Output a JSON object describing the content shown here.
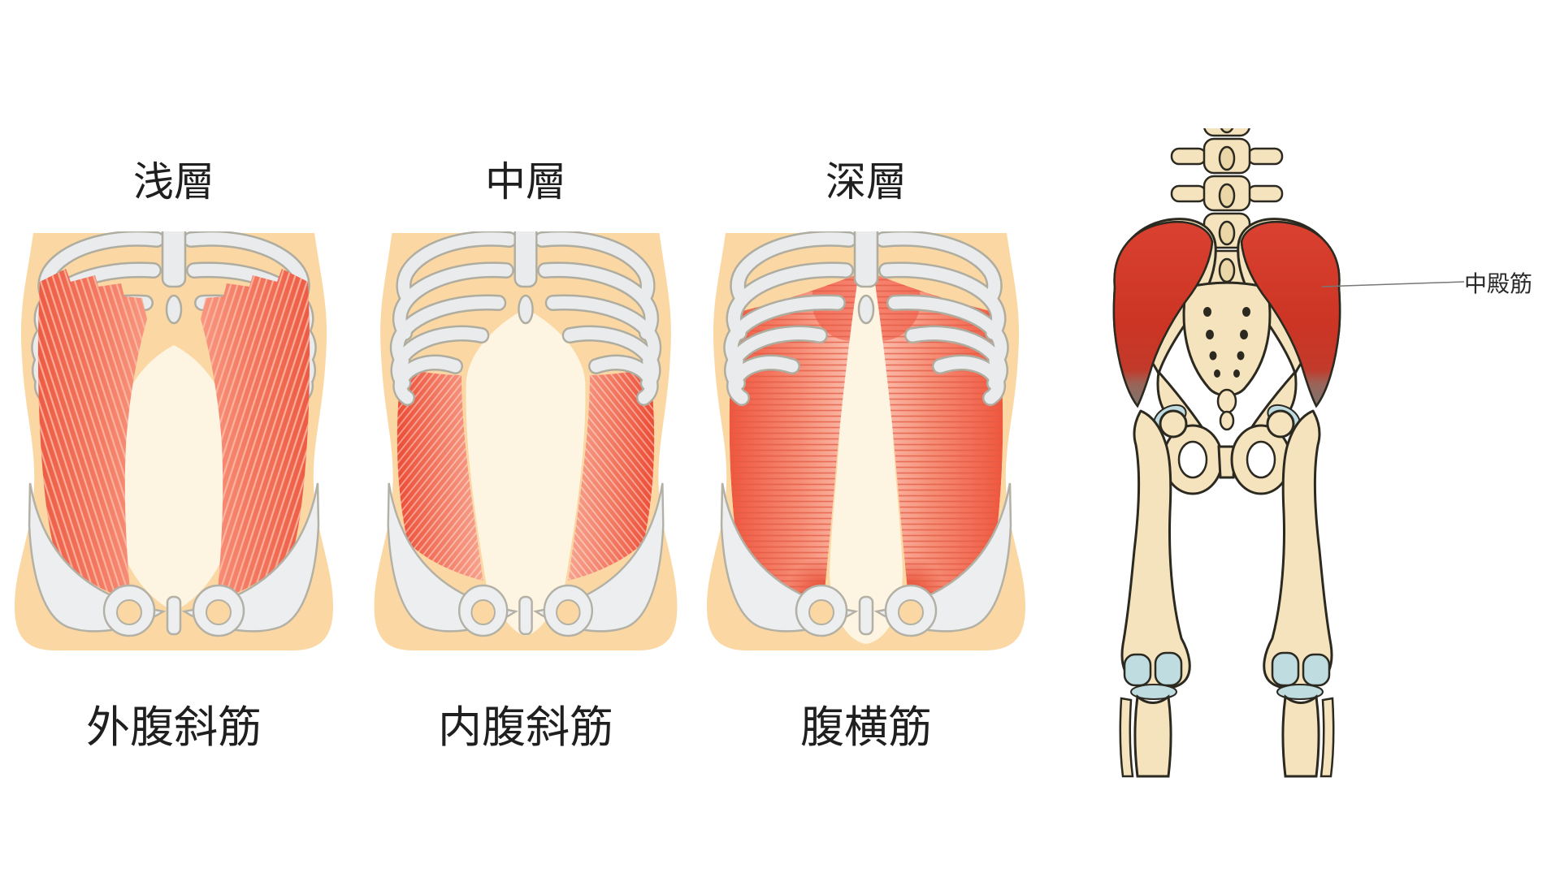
{
  "figure": {
    "panels": [
      {
        "layer_label": "浅層",
        "muscle_label": "外腹斜筋"
      },
      {
        "layer_label": "中層",
        "muscle_label": "内腹斜筋"
      },
      {
        "layer_label": "深層",
        "muscle_label": "腹横筋"
      }
    ],
    "annotation": {
      "label": "中殿筋"
    }
  },
  "colors": {
    "background": "#FFFFFF",
    "skin": "#FBD8A3",
    "bone_light": "#ECEEEF",
    "bone_outline": "#B3B0A5",
    "aponeurosis_cream": "#FDF4E1",
    "muscle_red_dark": "#ED5B43",
    "muscle_red_light": "#F8A38D",
    "pelvis_bone": "#F4E3BC",
    "pelvis_outline": "#2B2920",
    "gluteal_red": "#D94130",
    "gluteal_gray_tip": "#7C746E",
    "cartilage_blue": "#BFDCE1",
    "text": "#1F1F1F",
    "leader_line": "#777777"
  }
}
